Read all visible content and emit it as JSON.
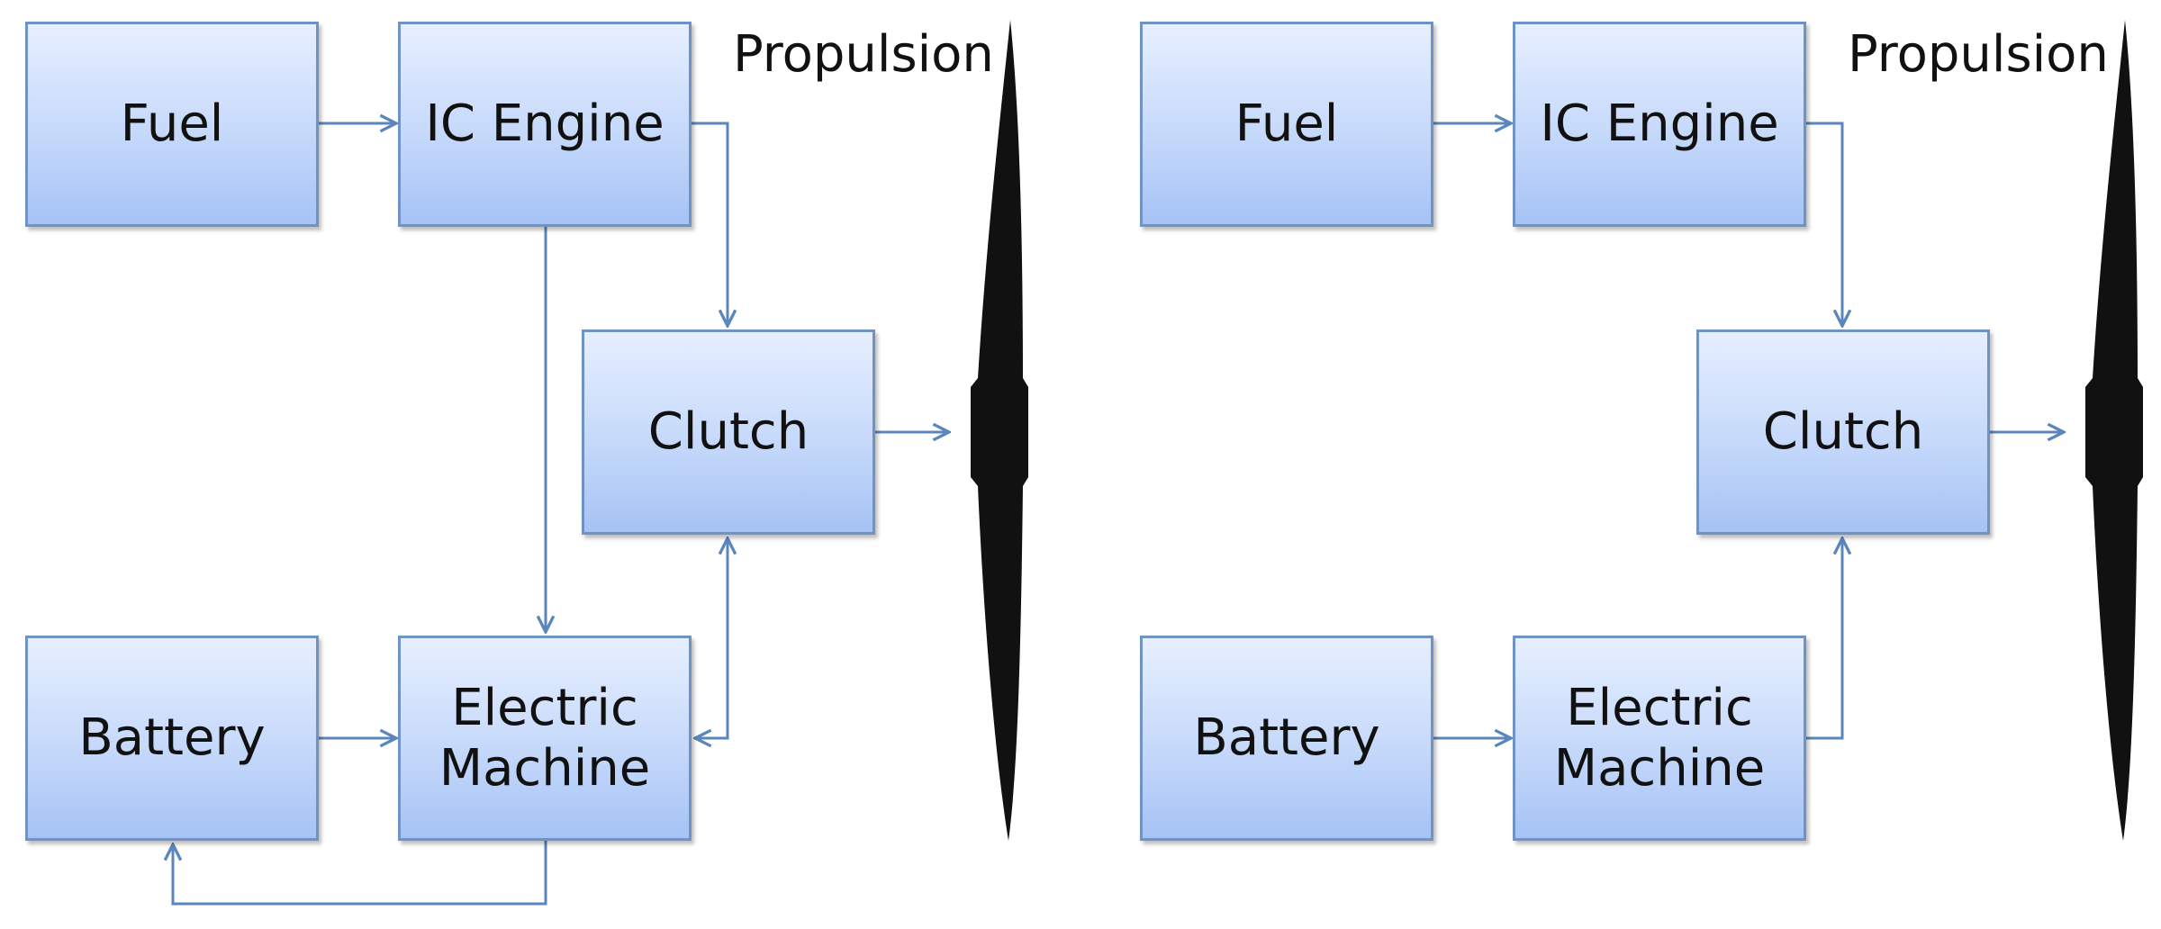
{
  "accent_color": "#5b86bd",
  "panels": [
    {
      "id": "parallel-hybrid",
      "propulsion_label": "Propulsion",
      "blocks": {
        "fuel": "Fuel",
        "engine": "IC Engine",
        "clutch": "Clutch",
        "battery": "Battery",
        "motor_line1": "Electric",
        "motor_line2": "Machine"
      },
      "connections": [
        {
          "from": "fuel",
          "to": "engine"
        },
        {
          "from": "engine",
          "to": "clutch"
        },
        {
          "from": "engine",
          "to": "motor"
        },
        {
          "from": "battery",
          "to": "motor"
        },
        {
          "from": "motor",
          "to": "battery"
        },
        {
          "from": "motor",
          "to": "clutch",
          "bidirectional": true
        },
        {
          "from": "clutch",
          "to": "propeller"
        }
      ]
    },
    {
      "id": "simplified-hybrid",
      "propulsion_label": "Propulsion",
      "blocks": {
        "fuel": "Fuel",
        "engine": "IC Engine",
        "clutch": "Clutch",
        "battery": "Battery",
        "motor_line1": "Electric",
        "motor_line2": "Machine"
      },
      "connections": [
        {
          "from": "fuel",
          "to": "engine"
        },
        {
          "from": "engine",
          "to": "clutch"
        },
        {
          "from": "battery",
          "to": "motor"
        },
        {
          "from": "motor",
          "to": "clutch"
        },
        {
          "from": "clutch",
          "to": "propeller"
        }
      ]
    }
  ]
}
